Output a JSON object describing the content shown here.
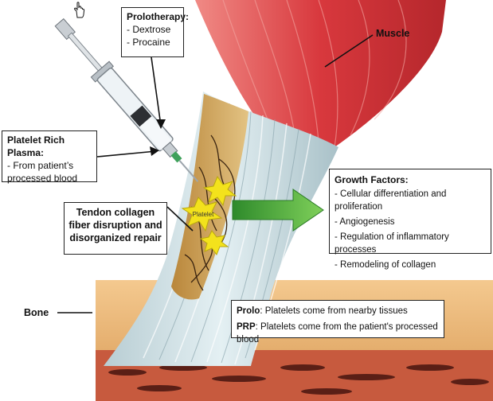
{
  "prolotherapy": {
    "title": "Prolotherapy:",
    "items": [
      "- Dextrose",
      "- Procaine"
    ]
  },
  "prp": {
    "title": "Platelet Rich Plasma:",
    "items": [
      "- From patient’s",
      "processed blood"
    ]
  },
  "tendon": {
    "lines": [
      "Tendon collagen",
      "fiber disruption and",
      "disorganized repair"
    ]
  },
  "growth": {
    "title": "Growth Factors:",
    "items": [
      "- Cellular differentiation and proliferation",
      "- Angiogenesis",
      "- Regulation of inflammatory processes",
      "- Remodeling of collagen"
    ]
  },
  "sources": [
    {
      "label": "Prolo",
      "text": ": Platelets come from nearby tissues"
    },
    {
      "label": "PRP",
      "text": ": Platelets come from the patient's processed blood"
    }
  ],
  "muscle_label": "Muscle",
  "bone_label": "Bone",
  "platelet_label": "Platelet",
  "icons": {
    "cursor": "hand-pointer-icon"
  },
  "colors": {
    "muscle": "#d9454a",
    "tendon": "#cfe0e6",
    "bone": "#e8b27a",
    "arrow": "#4bb33a",
    "platelet": "#f3e21c"
  }
}
